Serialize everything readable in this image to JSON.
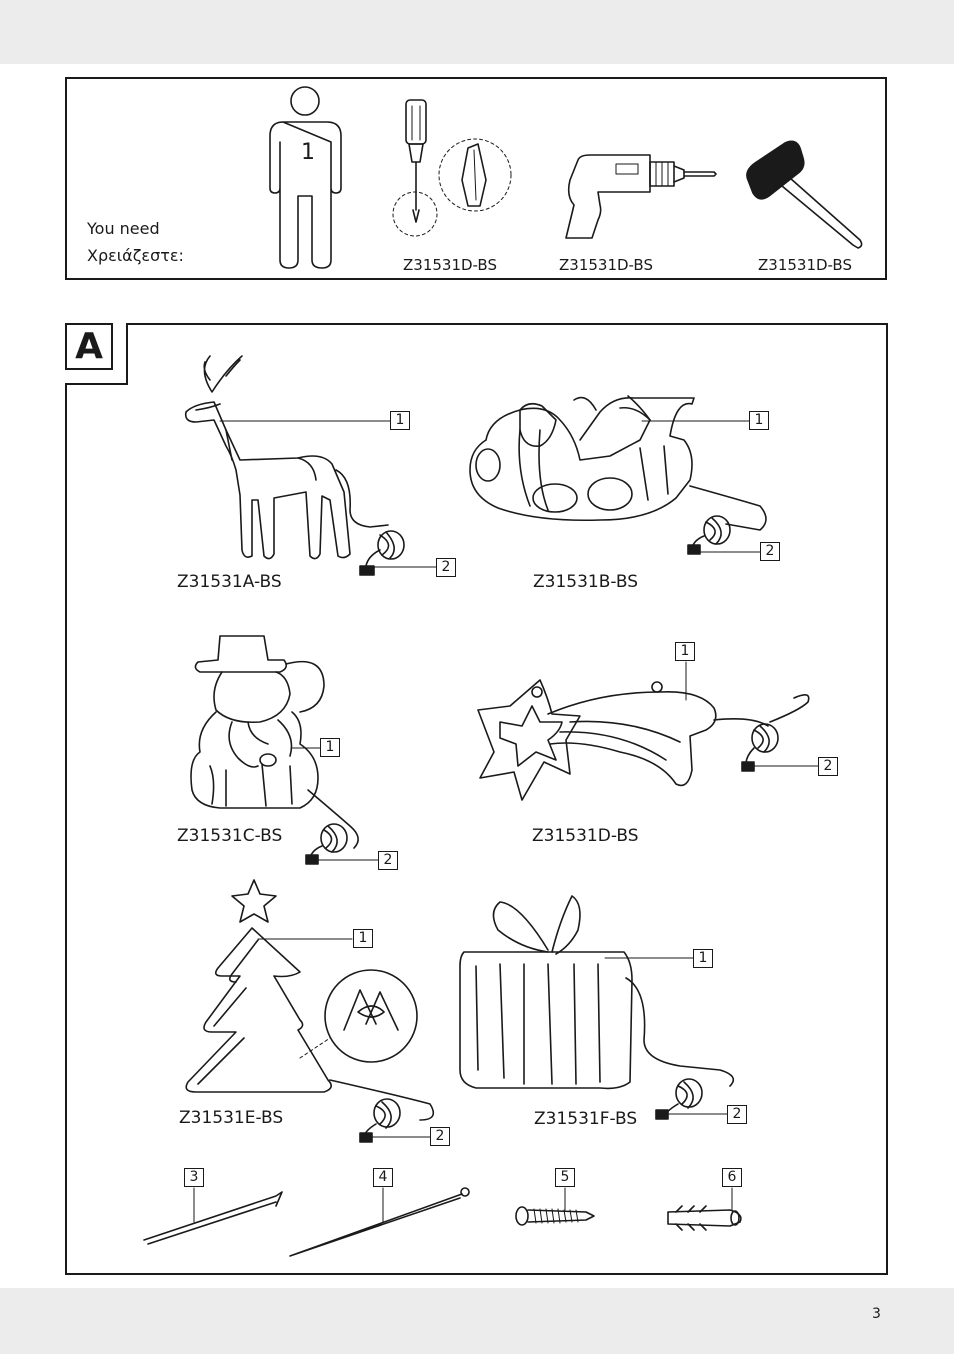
{
  "tools": {
    "you_need_en": "You need",
    "you_need_el": "Χρειάζεστε:",
    "person_count": "1",
    "items": [
      {
        "icon": "screwdriver-icon",
        "code": "Z31531D-BS"
      },
      {
        "icon": "drill-icon",
        "code": "Z31531D-BS"
      },
      {
        "icon": "hammer-icon",
        "code": "Z31531D-BS"
      }
    ]
  },
  "section": {
    "letter": "A",
    "models": [
      {
        "code": "Z31531A-BS",
        "icon": "reindeer-light-icon",
        "callouts": [
          "1",
          "2"
        ]
      },
      {
        "code": "Z31531B-BS",
        "icon": "sleigh-light-icon",
        "callouts": [
          "1",
          "2"
        ]
      },
      {
        "code": "Z31531C-BS",
        "icon": "snowman-light-icon",
        "callouts": [
          "1",
          "2"
        ]
      },
      {
        "code": "Z31531D-BS",
        "icon": "shooting-star-light-icon",
        "callouts": [
          "1",
          "2"
        ]
      },
      {
        "code": "Z31531E-BS",
        "icon": "tree-light-icon",
        "callouts": [
          "1",
          "2"
        ]
      },
      {
        "code": "Z31531F-BS",
        "icon": "gift-light-icon",
        "callouts": [
          "1",
          "2"
        ]
      }
    ],
    "parts": [
      {
        "number": "3",
        "icon": "ground-stake-icon"
      },
      {
        "number": "4",
        "icon": "cable-tie-icon"
      },
      {
        "number": "5",
        "icon": "screw-icon"
      },
      {
        "number": "6",
        "icon": "wall-plug-icon"
      }
    ]
  },
  "page_number": "3"
}
